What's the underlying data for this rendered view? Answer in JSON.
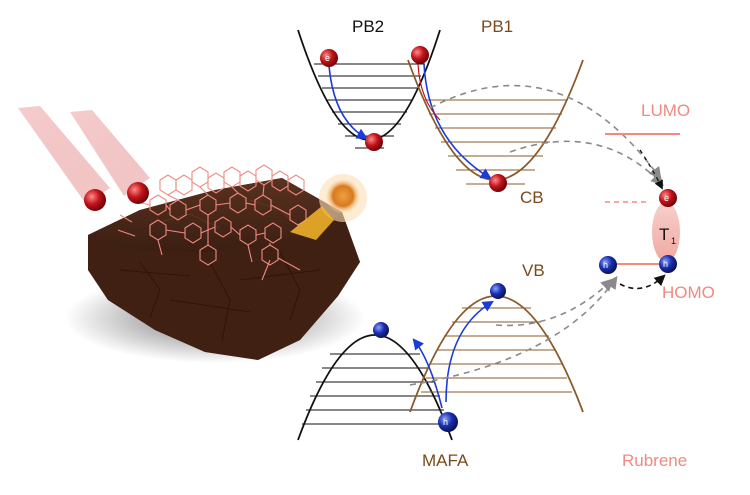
{
  "labels": {
    "pb2": "PB2",
    "pb1": "PB1",
    "cb": "CB",
    "vb": "VB",
    "mafa": "MAFA",
    "lumo": "LUMO",
    "homo": "HOMO",
    "rubrene": "Rubrene",
    "triplet": "T",
    "triplet_sub": "1",
    "electron": "e",
    "hole": "h"
  },
  "colors": {
    "pb2_band": "#111111",
    "pb1_band": "#8a5a2b",
    "brown_text": "#7a4a1c",
    "rubrene": "#f08a80",
    "electron": "#c0141a",
    "hole": "#1a2fb0",
    "transfer_arrow": "#9a9a9a",
    "relax_arrow": "#1a3cd8",
    "cluster": "#4a2818"
  }
}
